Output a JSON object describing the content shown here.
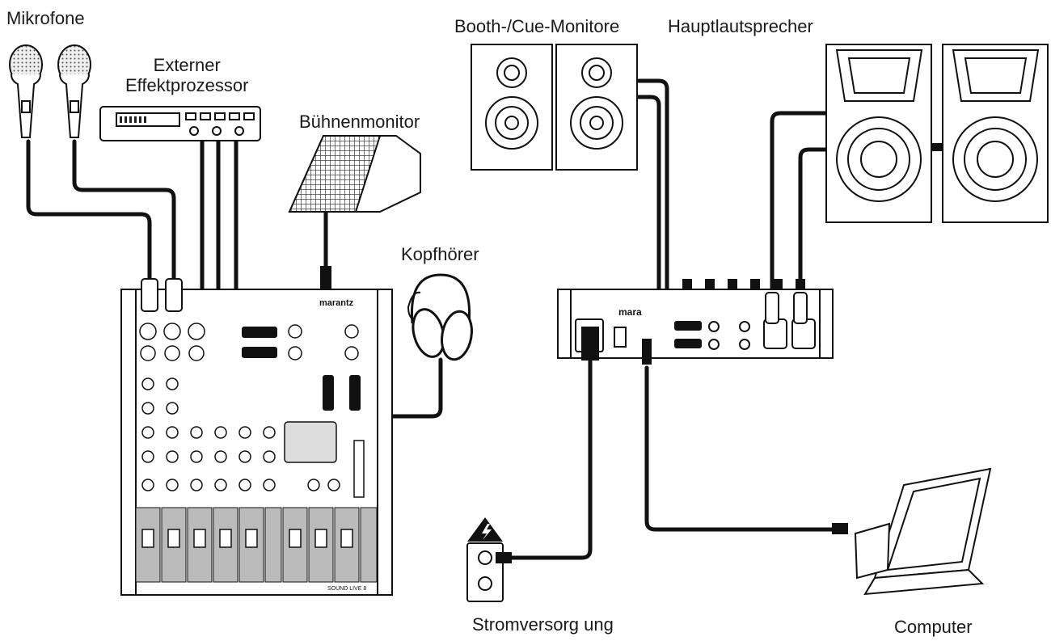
{
  "labels": {
    "microphones": "Mikrofone",
    "fx_line1": "Externer",
    "fx_line2": "Effektprozessor",
    "stage_monitor": "Bühnenmonitor",
    "headphones": "Kopfhörer",
    "booth_monitors": "Booth-/Cue-Monitore",
    "main_speakers": "Hauptlautsprecher",
    "power": "Stromversorg ung",
    "computer": "Computer"
  },
  "device_text": {
    "mixer_brand": "marantz",
    "mixer_model": "SOUND LIVE 8",
    "rear_brand": "mara"
  },
  "icons": [
    "microphone-icon",
    "effects-processor-icon",
    "stage-monitor-icon",
    "headphones-icon",
    "studio-monitor-icon",
    "pa-speaker-icon",
    "mixer-icon",
    "power-outlet-icon",
    "warning-icon",
    "laptop-icon"
  ]
}
